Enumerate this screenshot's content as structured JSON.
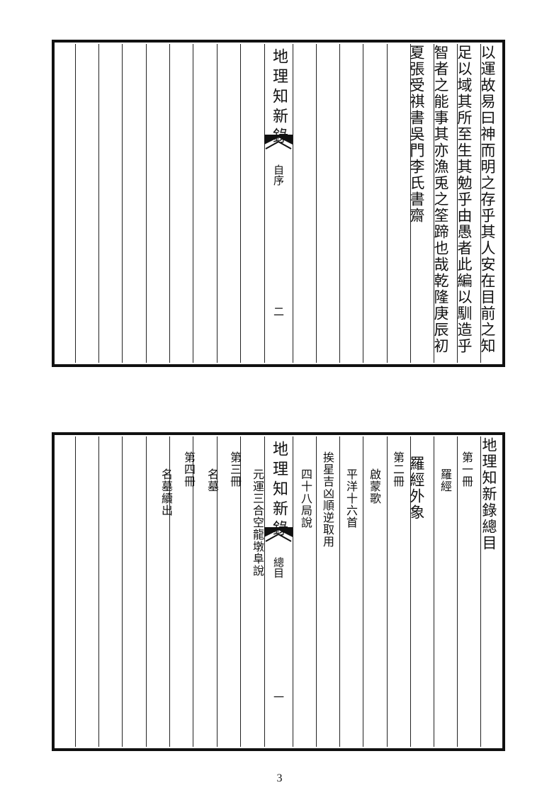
{
  "top_page": {
    "banxin": {
      "title": "地理知新錄",
      "section": "自序",
      "folio": "二"
    },
    "columns": [
      "以運故易曰神而明之存乎其人安在目前之知",
      "足以域其所至生其勉乎由愚者此編以馴造乎",
      "智者之能事其亦漁兎之筌蹄也哉乾隆庚辰初",
      "夏張受祺書吳門李氏書齋"
    ]
  },
  "bottom_page": {
    "banxin": {
      "title": "地理知新錄",
      "section": "總目",
      "folio": "一"
    },
    "columns": [
      "地理知新錄總目",
      "第一冊",
      "羅經",
      "羅經外象",
      "第二冊",
      "啟蒙歌",
      "平洋十六首",
      "挨星吉凶順逆取用",
      "四十八局說",
      "元運三合空龍墩阜說",
      "第三冊",
      "名墓",
      "第四冊",
      "名墓續出"
    ]
  },
  "page_number": "3"
}
